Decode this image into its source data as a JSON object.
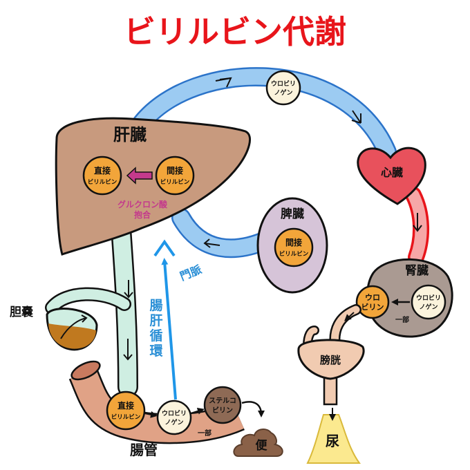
{
  "title": "ビリルビン代謝",
  "colors": {
    "title": "#e8151b",
    "vessel_blue": "#9ccbf2",
    "vessel_blue_outline": "#2b73c9",
    "arrow_blue": "#1f96e8",
    "liver": "#c89a7e",
    "spleen": "#d6c4d8",
    "heart": "#e8515c",
    "kidney": "#aa9a92",
    "bile": "#cfeee2",
    "gallbladder_bile": "#c0791f",
    "intestine": "#e0a286",
    "bladder": "#f1cbb1",
    "urine": "#fbe98f",
    "node_orange": "#f2a53a",
    "node_cream": "#fbf3dc",
    "node_brown": "#8e6a55",
    "conjugation_arrow": "#c43a8c",
    "feces": "#8a6148"
  },
  "organs": {
    "liver": "肝臓",
    "spleen": "脾臓",
    "heart": "心臓",
    "kidney": "腎臓",
    "bladder": "膀胱",
    "gallbladder": "胆嚢",
    "intestine": "腸管"
  },
  "labels": {
    "portal_vein": "門脈",
    "enterohepatic": [
      "腸",
      "肝",
      "循",
      "環"
    ],
    "conjugation": [
      "グルクロン酸",
      "抱合"
    ],
    "partial_intestine": "一部",
    "partial_kidney": "一部"
  },
  "nodes": {
    "liver_direct": [
      "直接",
      "ビリルビン"
    ],
    "liver_indirect": [
      "間接",
      "ビリルビン"
    ],
    "spleen_indirect": [
      "間接",
      "ビリルビン"
    ],
    "blood_urobilinogen": [
      "ウロビリ",
      "ノゲン"
    ],
    "kidney_urobilin": [
      "ウロ",
      "ビリン"
    ],
    "kidney_urobilinogen": [
      "ウロビリ",
      "ノゲン"
    ],
    "gut_direct": [
      "直接",
      "ビリルビン"
    ],
    "gut_urobilinogen": [
      "ウロビリ",
      "ノゲン"
    ],
    "gut_stercobilin": [
      "ステルコ",
      "ビリン"
    ]
  },
  "excreta": {
    "feces": "便",
    "urine": "尿"
  },
  "icons": [
    "arrow-icon",
    "poop-icon",
    "heart-shape",
    "liver-shape"
  ]
}
